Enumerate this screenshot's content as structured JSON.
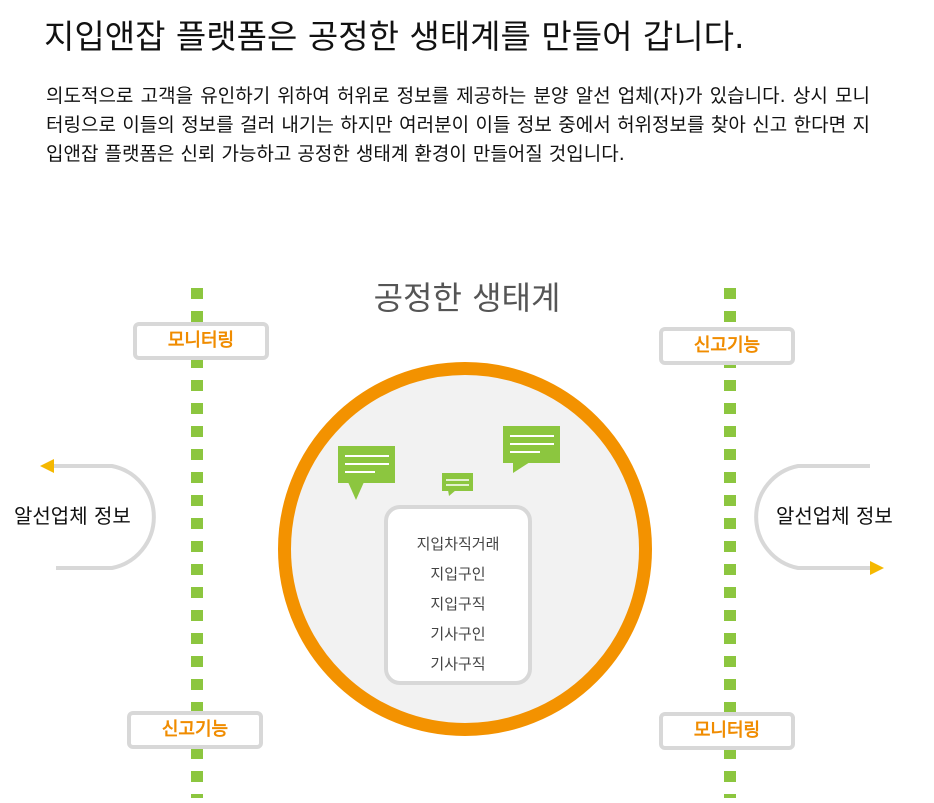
{
  "headline": "지입앤잡 플랫폼은 공정한 생태계를 만들어 갑니다.",
  "description": "의도적으로 고객을 유인하기 위하여 허위로 정보를 제공하는 분양 알선 업체(자)가 있습니다. 상시 모니터링으로 이들의 정보를 걸러 내기는 하지만 여러분이 이들 정보 중에서 허위정보를 찾아 신고 한다면 지입앤잡 플랫폼은 신뢰 가능하고 공정한 생태계 환경이 만들어질 것입니다.",
  "ecosystem_title": "공정한 생태계",
  "left": {
    "top_tag": "모니터링",
    "bottom_tag": "신고기능",
    "side_label": "알선업체 정보"
  },
  "right": {
    "top_tag": "신고기능",
    "bottom_tag": "모니터링",
    "side_label": "알선업체 정보"
  },
  "services": [
    "지입차직거래",
    "지입구인",
    "지입구직",
    "기사구인",
    "기사구직"
  ],
  "colors": {
    "accent_orange": "#f39200",
    "tag_text": "#f08c00",
    "dotted_line_green": "#8cc63f",
    "frame_gray": "#d8d8d8",
    "circle_fill": "#f2f2f2"
  },
  "icons": [
    "arrow-left-icon",
    "arrow-right-icon",
    "chat-bubble-icon"
  ]
}
